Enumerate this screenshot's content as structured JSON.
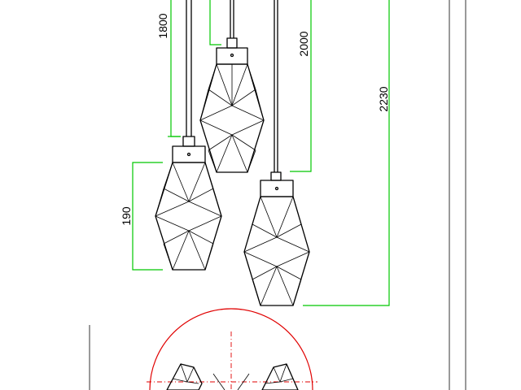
{
  "dimensions": {
    "lamp_left_drop": "1800",
    "lamp_middle_drop": "2000",
    "overall_drop": "2230",
    "shade_height": "190"
  },
  "colors": {
    "dimension_lines": "#00c800",
    "drawing_lines": "#000000",
    "plan_view": "#e00000"
  }
}
